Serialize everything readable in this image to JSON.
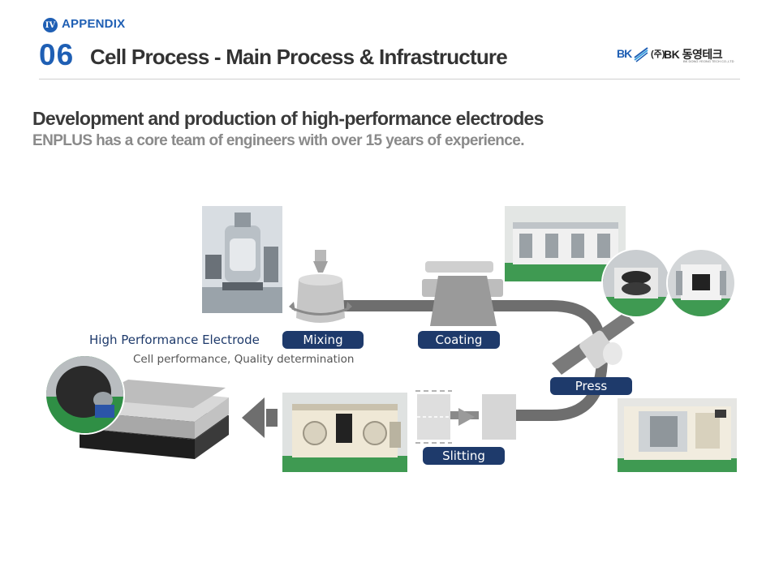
{
  "header": {
    "badge_text": "IV",
    "appendix_label": "APPENDIX",
    "section_number": "06",
    "title": "Cell Process - Main Process & Infrastructure"
  },
  "logo": {
    "bk": "BK",
    "co": "(주)",
    "name": "BK 동영테크",
    "sub": "BK DONG YEONG TECH CO.,LTD"
  },
  "content": {
    "heading": "Development and production of high-performance electrodes",
    "subheading": "ENPLUS has a core team of engineers with over 15 years of experience."
  },
  "process": {
    "steps": [
      "Mixing",
      "Coating",
      "Press",
      "Slitting"
    ],
    "output_title": "High Performance Electrode",
    "output_subtitle": "Cell performance, Quality determination"
  },
  "colors": {
    "accent": "#1f5fb4",
    "tag_bg": "#1e3a6b",
    "flow_gray": "#707070",
    "machine_green": "#2e8a3c"
  }
}
